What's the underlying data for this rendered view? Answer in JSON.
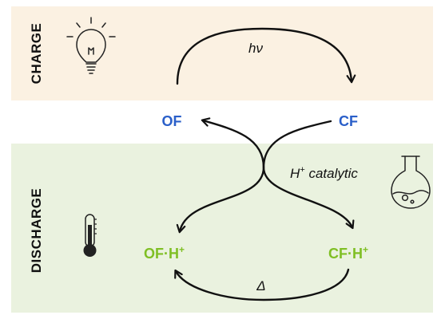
{
  "panels": {
    "charge": {
      "label": "CHARGE",
      "background": "#fbf1e2"
    },
    "discharge": {
      "label": "DISCHARGE",
      "background": "#eaf2df"
    }
  },
  "states": {
    "of": {
      "label": "OF"
    },
    "cf": {
      "label": "CF"
    },
    "of_h": {
      "label": "OF·H"
    },
    "cf_h": {
      "label": "CF·H"
    },
    "superscript": "+"
  },
  "colors": {
    "blue": "#2a5fc9",
    "green": "#7fbf24",
    "arrow": "#111111"
  },
  "annotations": {
    "hv": "hν",
    "catalytic_prefix": "H",
    "catalytic_suffix": " catalytic",
    "delta": "Δ"
  },
  "icons": [
    "lightbulb-icon",
    "flask-icon",
    "thermometer-icon"
  ]
}
